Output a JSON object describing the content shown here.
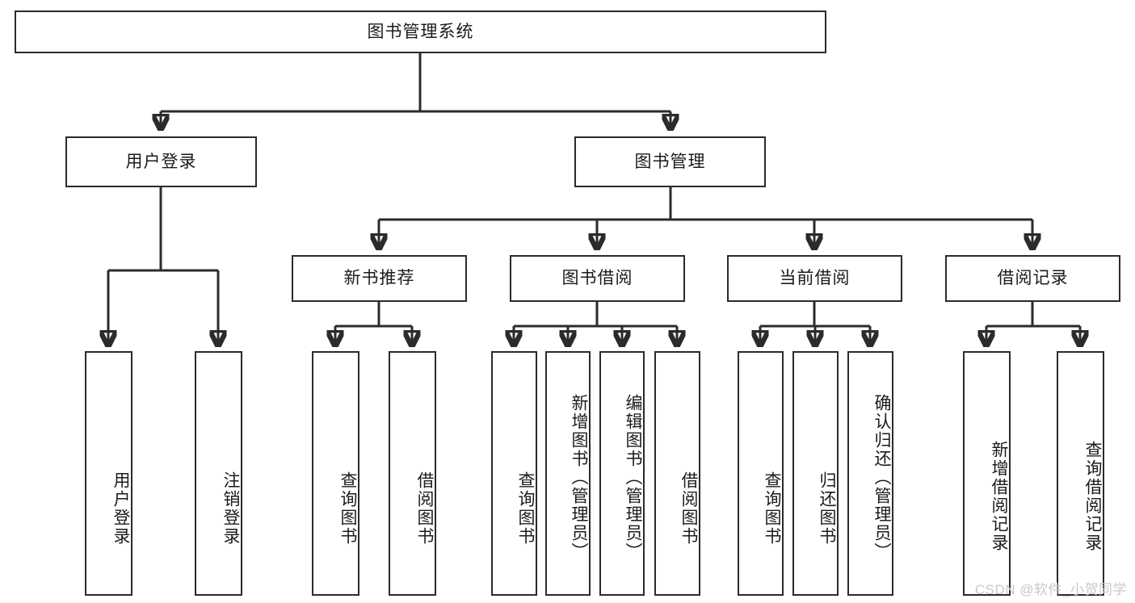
{
  "diagram": {
    "type": "tree-hierarchy",
    "title": "图书管理系统",
    "theme": {
      "box_border": "#2b2b2b",
      "box_fill": "#ffffff",
      "text": "#1b1b1b",
      "edge": "#2b2b2b",
      "background": "#ffffff"
    }
  },
  "root": {
    "label": "图书管理系统"
  },
  "level2": [
    {
      "label": "用户登录"
    },
    {
      "label": "图书管理"
    }
  ],
  "level3": [
    {
      "label": "新书推荐"
    },
    {
      "label": "图书借阅"
    },
    {
      "label": "当前借阅"
    },
    {
      "label": "借阅记录"
    }
  ],
  "leaves": [
    {
      "label": "用户登录",
      "parent": "用户登录"
    },
    {
      "label": "注销登录",
      "parent": "用户登录"
    },
    {
      "label": "查询图书",
      "parent": "新书推荐"
    },
    {
      "label": "借阅图书",
      "parent": "新书推荐"
    },
    {
      "label": "查询图书",
      "parent": "图书借阅"
    },
    {
      "label": "新增图书（管理员）",
      "parent": "图书借阅"
    },
    {
      "label": "编辑图书（管理员）",
      "parent": "图书借阅"
    },
    {
      "label": "借阅图书",
      "parent": "图书借阅"
    },
    {
      "label": "查询图书",
      "parent": "当前借阅"
    },
    {
      "label": "归还图书",
      "parent": "当前借阅"
    },
    {
      "label": "确认归还（管理员）",
      "parent": "当前借阅"
    },
    {
      "label": "新增借阅记录",
      "parent": "借阅记录"
    },
    {
      "label": "查询借阅记录",
      "parent": "借阅记录"
    }
  ],
  "watermark": {
    "text": "CSDN @软件_小贺同学"
  }
}
